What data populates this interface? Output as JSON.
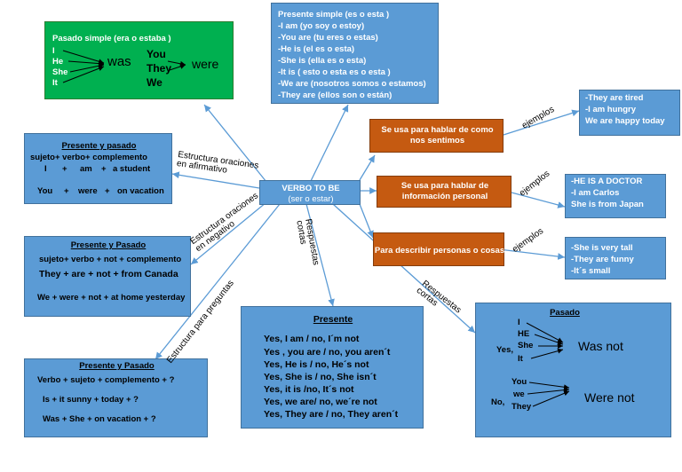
{
  "center": {
    "title": "VERBO TO BE",
    "subtitle": "(ser o estar)"
  },
  "past_simple": {
    "title": "Pasado simple (era o estaba )",
    "subjects": [
      "I",
      "He",
      "She",
      "It"
    ],
    "was": "was",
    "plural_subjects": [
      "You",
      "They",
      "We"
    ],
    "were": "were"
  },
  "present_simple": {
    "lines": [
      "Presente simple (es o esta )",
      "-I am (yo soy o estoy)",
      "-You are (tu eres o estas)",
      "-He is (el es o esta)",
      "-She is (ella es o esta)",
      "-It is ( esto o esta es o esta )",
      "-We are (nosotros somos o estamos)",
      "-They are (ellos son  o están)"
    ]
  },
  "affirmative": {
    "title": "Presente y pasado",
    "formula": "sujeto+ verbo+ complemento",
    "ex1": [
      "I",
      "+",
      "am",
      "+",
      "a student"
    ],
    "ex2": [
      "You",
      "+",
      "were",
      "+",
      "on vacation"
    ]
  },
  "negative": {
    "title": "Presente y Pasado",
    "formula": "sujeto+ verbo + not + complemento",
    "ex1": "They + are + not +  from Canada",
    "ex2": "We + were + not + at home yesterday"
  },
  "questions": {
    "title": "Presente y Pasado",
    "formula": "Verbo +  sujeto + complemento +   ?",
    "ex1": "Is    +   it  sunny    +   today +   ?",
    "ex2": "Was  +  She  +    on  vacation + ?"
  },
  "short_present": {
    "title": "Presente",
    "lines": [
      "Yes, I am / no, I´m not",
      "Yes , you are / no,  you aren´t",
      "Yes, He is  / no, He´s  not",
      "Yes, She is / no, She isn´t",
      "Yes, it is /no, It´s not",
      "Yes,  we  are/ no,  we´re not",
      "Yes, They are / no, They aren´t"
    ]
  },
  "short_past": {
    "title": "Pasado",
    "singular": [
      "I",
      "HE",
      "She",
      "It"
    ],
    "yes": "Yes,",
    "was_not": "Was not",
    "plural": [
      "You",
      "we",
      "They"
    ],
    "no": "No,",
    "were_not": "Were not"
  },
  "uses": [
    {
      "label": "Se usa para hablar de como nos sentimos",
      "connector": "ejemplos",
      "examples": [
        "-They are tired",
        "-I am hungry",
        "We are happy today"
      ]
    },
    {
      "label": "Se usa para hablar de información personal",
      "connector": "ejemplos",
      "examples": [
        "-HE IS A DOCTOR",
        "-I am Carlos",
        "She is from Japan"
      ]
    },
    {
      "label": "Para describir personas o cosas",
      "connector": "ejemplos",
      "examples": [
        "-She is very tall",
        "-They are  funny",
        "-It´s small"
      ]
    }
  ],
  "connectors": {
    "affirmative": "Estructura oraciones en afirmativo",
    "negative": "Estructura oraciones en negativo",
    "questions": "Estructura para preguntas",
    "short_answers_1": "Respuestas cortas",
    "short_answers_2": "Respuestas cortas"
  },
  "colors": {
    "box": "#5b9bd5",
    "green": "#00b050",
    "orange": "#c55a11",
    "line": "#5b9bd5"
  }
}
